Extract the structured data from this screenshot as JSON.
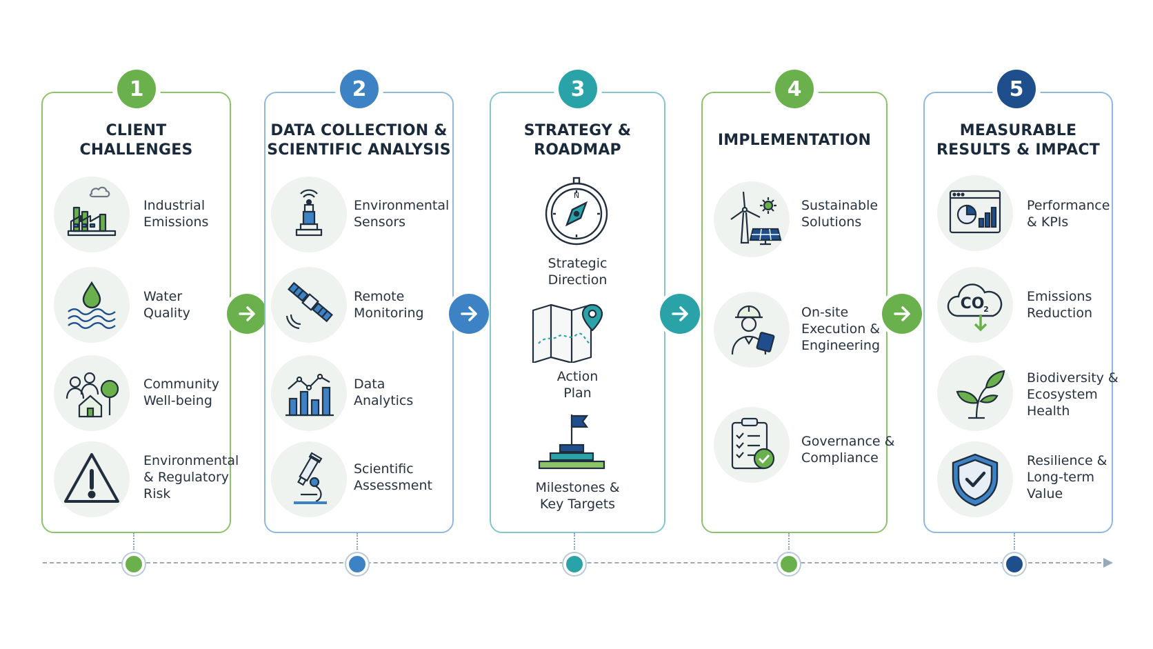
{
  "colors": {
    "green": "#6ab04c",
    "blue": "#3d82c4",
    "teal": "#2aa3a8",
    "navy": "#1e4f8c",
    "panel_green": "#8cc36a",
    "panel_blue": "#8fb8de",
    "panel_teal": "#84c6cf"
  },
  "steps": [
    {
      "number": "1",
      "title": "CLIENT\nCHALLENGES",
      "items": [
        {
          "label": "Industrial\nEmissions",
          "icon": "factory-icon"
        },
        {
          "label": "Water\nQuality",
          "icon": "water-drop-icon"
        },
        {
          "label": "Community\nWell-being",
          "icon": "community-icon"
        },
        {
          "label": "Environmental\n& Regulatory\nRisk",
          "icon": "warning-icon"
        }
      ]
    },
    {
      "number": "2",
      "title": "DATA COLLECTION &\nSCIENTIFIC ANALYSIS",
      "items": [
        {
          "label": "Environmental\nSensors",
          "icon": "sensor-icon"
        },
        {
          "label": "Remote\nMonitoring",
          "icon": "satellite-icon"
        },
        {
          "label": "Data\nAnalytics",
          "icon": "analytics-icon"
        },
        {
          "label": "Scientific\nAssessment",
          "icon": "microscope-icon"
        }
      ]
    },
    {
      "number": "3",
      "title": "STRATEGY &\nROADMAP",
      "items": [
        {
          "label": "Strategic\nDirection",
          "icon": "compass-icon"
        },
        {
          "label": "Action\nPlan",
          "icon": "map-icon"
        },
        {
          "label": "Milestones &\nKey Targets",
          "icon": "milestone-flag-icon"
        }
      ]
    },
    {
      "number": "4",
      "title": "IMPLEMENTATION",
      "items": [
        {
          "label": "Sustainable\nSolutions",
          "icon": "wind-solar-icon"
        },
        {
          "label": "On-site\nExecution &\nEngineering",
          "icon": "engineer-icon"
        },
        {
          "label": "Governance &\nCompliance",
          "icon": "clipboard-check-icon"
        }
      ]
    },
    {
      "number": "5",
      "title": "MEASURABLE\nRESULTS & IMPACT",
      "items": [
        {
          "label": "Performance\n& KPIs",
          "icon": "dashboard-icon"
        },
        {
          "label": "Emissions\nReduction",
          "icon": "co2-cloud-icon"
        },
        {
          "label": "Biodiversity &\nEcosystem\nHealth",
          "icon": "plant-icon"
        },
        {
          "label": "Resilience &\nLong-term\nValue",
          "icon": "shield-check-icon"
        }
      ]
    }
  ],
  "co2_text": "CO",
  "co2_sub": "2",
  "compass_n": "N"
}
